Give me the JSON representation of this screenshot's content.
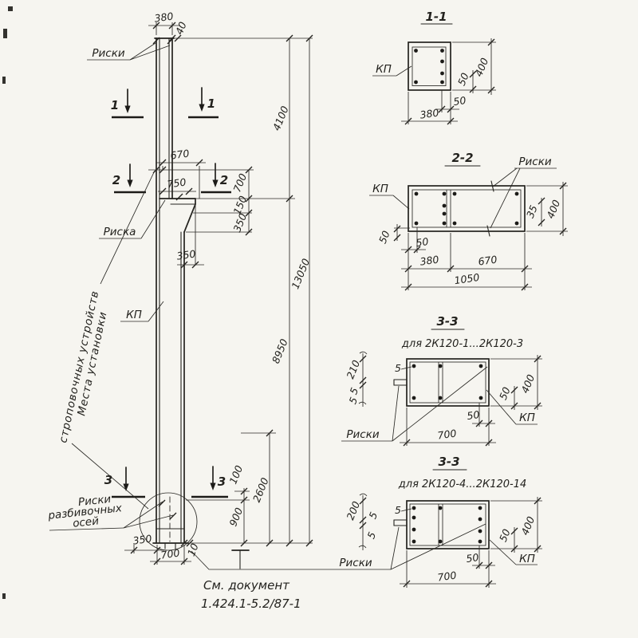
{
  "labels": {
    "riski": "Риски",
    "riska": "Риска",
    "kp": "КП",
    "install1": "Места установки",
    "install2": "строповочных устройств",
    "axis2": "разбивочных",
    "axis3": "осей",
    "doc1": "См. документ",
    "doc2": "1.424.1-5.2/87-1"
  },
  "front": {
    "cuts": {
      "c1": "1",
      "c2": "2",
      "c3": "3"
    },
    "dims": {
      "width_top": "380",
      "edge_offset": "40",
      "ledge": "670",
      "mark_span": "750",
      "slope": "350",
      "upper": "4100",
      "total": "13050",
      "lower": "8950",
      "foot": "2600",
      "mark_top": "700",
      "ledge_face": "150",
      "ledge_slope": "350",
      "foot_mark": "100",
      "embed": "900",
      "base_offset": "350",
      "base_width": "700",
      "gap": "10"
    }
  },
  "sections": {
    "s11": {
      "title": "1-1",
      "dims": {
        "w": "380",
        "h": "400",
        "off": "50",
        "cov": "50"
      }
    },
    "s22": {
      "title": "2-2",
      "dims": {
        "covL": "50",
        "covB": "50",
        "a": "380",
        "b": "670",
        "total": "1050",
        "gap": "35",
        "h": "400"
      }
    },
    "s33a": {
      "title": "3-3",
      "subtitle": "для 2К120-1...2К120-3",
      "dims": {
        "mark": "210",
        "t1": "5",
        "t2": "5",
        "bar": "5",
        "off": "50",
        "h": "400",
        "cov": "50",
        "w": "700"
      }
    },
    "s33b": {
      "title": "3-3",
      "subtitle": "для 2К120-4...2К120-14",
      "dims": {
        "mark": "200",
        "t1": "5",
        "t2": "5",
        "bar": "5",
        "off": "50",
        "h": "400",
        "cov": "50",
        "w": "700"
      }
    }
  }
}
